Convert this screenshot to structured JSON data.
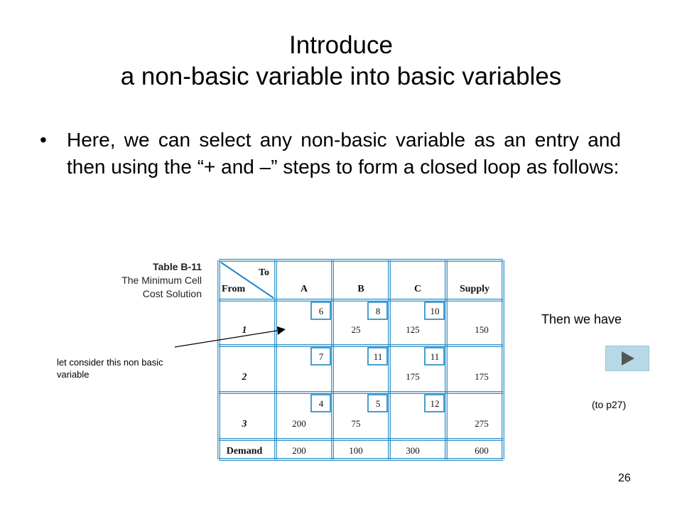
{
  "title": {
    "line1": "Introduce",
    "line2": "a non-basic variable into basic variables"
  },
  "bullet": {
    "symbol": "•",
    "text": "Here, we can select any non-basic variable as an entry and then using the “+ and –” steps to form a closed loop as follows:"
  },
  "table_caption": {
    "line1": "Table B-11",
    "line2": "The Minimum Cell",
    "line3": "Cost Solution"
  },
  "table": {
    "corner_to": "To",
    "corner_from": "From",
    "columns": [
      "A",
      "B",
      "C",
      "Supply"
    ],
    "rows": [
      {
        "label": "1",
        "costs": [
          "6",
          "8",
          "10"
        ],
        "alloc": [
          "",
          "25",
          "125"
        ],
        "supply": "150"
      },
      {
        "label": "2",
        "costs": [
          "7",
          "11",
          "11"
        ],
        "alloc": [
          "",
          "",
          "175"
        ],
        "supply": "175"
      },
      {
        "label": "3",
        "costs": [
          "4",
          "5",
          "12"
        ],
        "alloc": [
          "200",
          "75",
          ""
        ],
        "supply": "275"
      }
    ],
    "demand_label": "Demand",
    "demand": [
      "200",
      "100",
      "300"
    ],
    "total": "600"
  },
  "annotation": {
    "note": "let consider this non basic variable"
  },
  "side": {
    "then_label": "Then we have",
    "link_label": "(to p27)"
  },
  "colors": {
    "grid": "#1a86c4",
    "button": "#b7d9e6"
  },
  "icons": {
    "next": "play-triangle-icon"
  },
  "slide_number": "26"
}
